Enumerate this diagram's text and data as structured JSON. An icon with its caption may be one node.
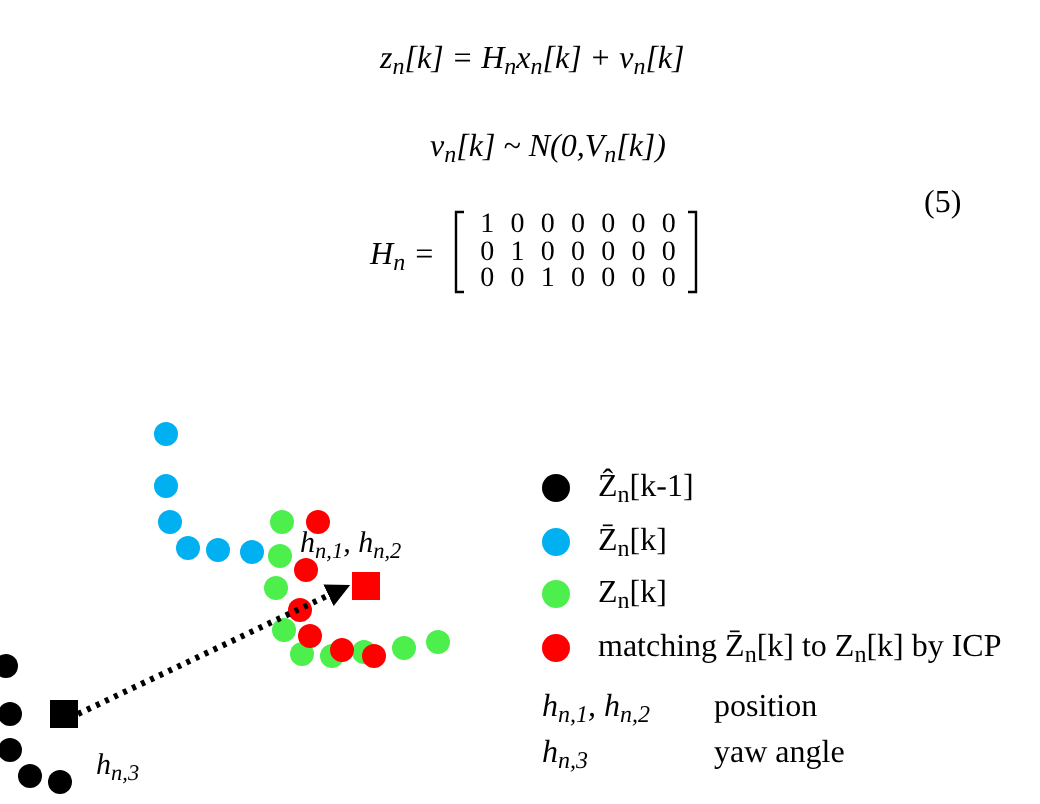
{
  "diagram": {
    "nodes": [
      {
        "text": [],
        "shape": "box",
        "beside": [
          "h$_{n,3}$"
        ]
      },
      {
        "text": [],
        "shape": "box",
        "beside": [
          "h$_{n,1}$, h$_{n,2}$"
        ]
      }
    ],
    "edges": [
      {
        "from": 0,
        "to": 1,
        "arrow": "to",
        "style": "dashed"
      }
    ],
    "labels": [
      "z$_{n}$[k] = H$_{n}$x$_{n}$[k] + v$_{n}$[k]",
      "v$_{n}$[k]  ~  N(0,V$_{n}$[k])",
      "(5)",
      "H$_{n}$ =",
      "1",
      "0",
      "0",
      "0",
      "0",
      "0",
      "0",
      "0",
      "1",
      "0",
      "0",
      "0",
      "0",
      "0",
      "0",
      "0",
      "1",
      "0",
      "0",
      "0",
      "0",
      "h$_{n,1}$, h$_{n,2}$",
      "position",
      "h$_{n,3}$",
      "yaw angle"
    ],
    "legend": [
      {
        "text": "Ẑ$_{n}$[k-1]",
        "color": "#000000"
      },
      {
        "text": "Z̄$_{n}$[k]",
        "color": "#00b0f0"
      },
      {
        "text": "Z$_{n}$[k]",
        "color": "#4cef4c"
      },
      {
        "text": "matching Z̄$_{n}$[k] to Z$_{n}$[k] by ICP",
        "color": "#ff0000"
      }
    ]
  }
}
